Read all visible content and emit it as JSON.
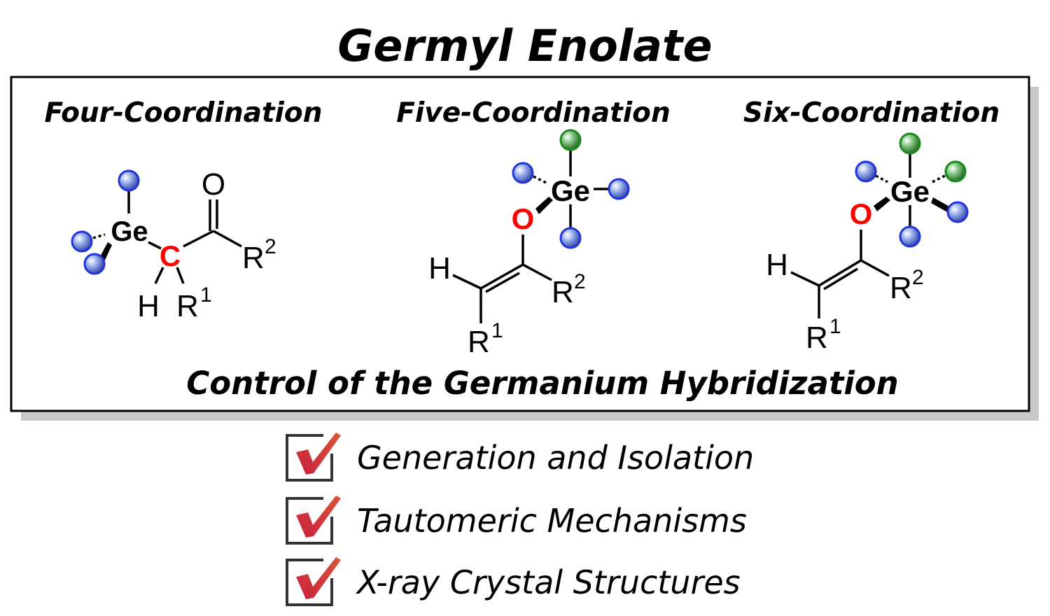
{
  "title": "Germyl Enolate",
  "panel": {
    "headings": [
      "Four-Coordination",
      "Five-Coordination",
      "Six-Coordination"
    ],
    "caption": "Control of the Germanium Hybridization"
  },
  "atoms": {
    "ge": "Ge",
    "c": "C",
    "o": "O",
    "h": "H",
    "r": "R",
    "sup1": "1",
    "sup2": "2"
  },
  "checklist": [
    {
      "label": "Generation and Isolation",
      "checked": true
    },
    {
      "label": "Tautomeric Mechanisms",
      "checked": true
    },
    {
      "label": "X-ray Crystal Structures",
      "checked": true
    }
  ],
  "colors": {
    "ligand_blue": "#2233dd",
    "ligand_green": "#1a8a1a",
    "highlight": "#ff0000",
    "check": "#c8203c"
  }
}
